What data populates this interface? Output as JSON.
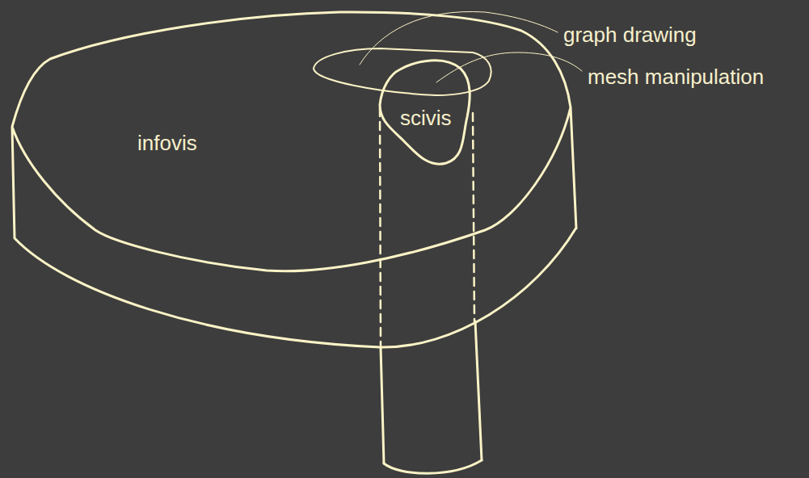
{
  "diagram": {
    "nodes": [
      {
        "text": [
          "infovis"
        ]
      },
      {
        "text": [
          "scivis"
        ],
        "in": 0
      }
    ],
    "labels": [
      "graph drawing",
      "mesh manipulation"
    ]
  }
}
